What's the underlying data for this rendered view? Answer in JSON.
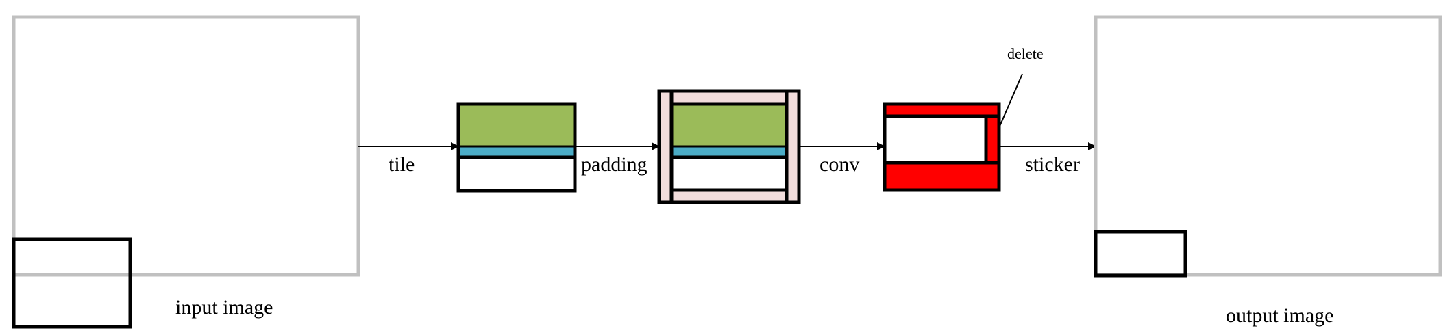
{
  "labels": {
    "tile": "tile",
    "padding": "padding",
    "conv": "conv",
    "sticker": "sticker",
    "delete": "delete",
    "input_image": "input image",
    "output_image": "output image"
  },
  "colors": {
    "frame_gray": "#c0c0c0",
    "tile_green": "#9bbb59",
    "tile_blue": "#4bacc6",
    "padding_pink": "#f2dcdb",
    "delete_red": "#ff0000",
    "stroke": "#000000"
  }
}
